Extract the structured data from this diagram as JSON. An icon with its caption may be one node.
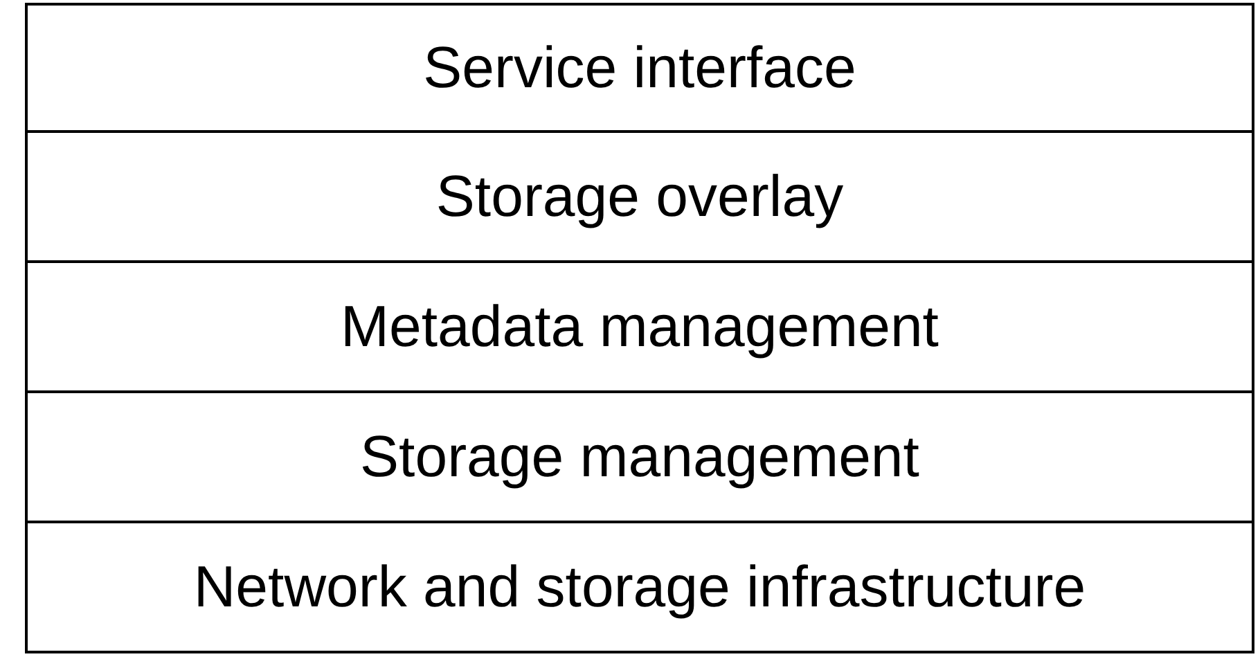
{
  "diagram": {
    "nodes": [
      {
        "text": [
          "Service interface"
        ]
      },
      {
        "text": [
          "Storage overlay"
        ]
      },
      {
        "text": [
          "Metadata management"
        ]
      },
      {
        "text": [
          "Storage management"
        ]
      },
      {
        "text": [
          "Network and storage infrastructure"
        ]
      }
    ]
  }
}
